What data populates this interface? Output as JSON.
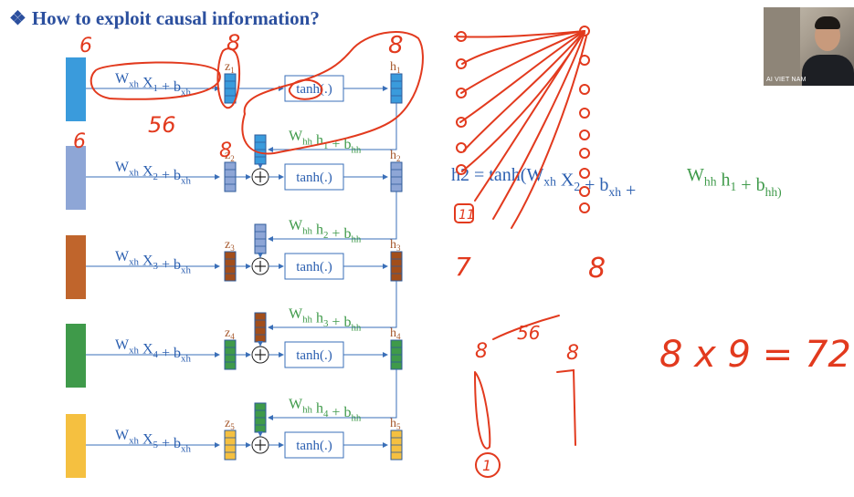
{
  "slide": {
    "title": "How to exploit causal information?",
    "title_bullet": "❖"
  },
  "rnn": {
    "input_terms": [
      "W_xh X_1 + b_xh",
      "W_xh X_2 + b_xh",
      "W_xh X_3 + b_xh",
      "W_xh X_4 + b_xh",
      "W_xh X_5 + b_xh"
    ],
    "recurrent_terms": [
      "W_hh h_1 + b_hh",
      "W_hh h_2 + b_hh",
      "W_hh h_3 + b_hh",
      "W_hh h_4 + b_hh"
    ],
    "activation": "tanh(.)",
    "z_labels": [
      "z1",
      "z2",
      "z3",
      "z4",
      "z5"
    ],
    "h_labels": [
      "h1",
      "h2",
      "h3",
      "h4",
      "h5"
    ],
    "row_colors": [
      "#3a9bdc",
      "#8ea6d6",
      "#c0652c",
      "#3f9a4a",
      "#f5c040"
    ],
    "z_colors": [
      "#3a9bdc",
      "#8ea6d6",
      "#a24e1b",
      "#3f9a4a",
      "#f5c040"
    ]
  },
  "equation": {
    "lhs": "h2 = tanh(W_xh X_2 + b_xh + ",
    "rhs": "W_hh h_1 + b_hh)"
  },
  "annotations": {
    "n6": "6",
    "n8a": "8",
    "n8b": "8",
    "n56": "56",
    "n6b": "6",
    "n8c": "8",
    "n7": "7",
    "n8d": "8",
    "n11": "11",
    "n8e": "8",
    "n8f": "8",
    "n56b": "56",
    "n1": "1",
    "product": "8 x 9 = 72"
  },
  "video": {
    "label": "AI VIET NAM"
  }
}
